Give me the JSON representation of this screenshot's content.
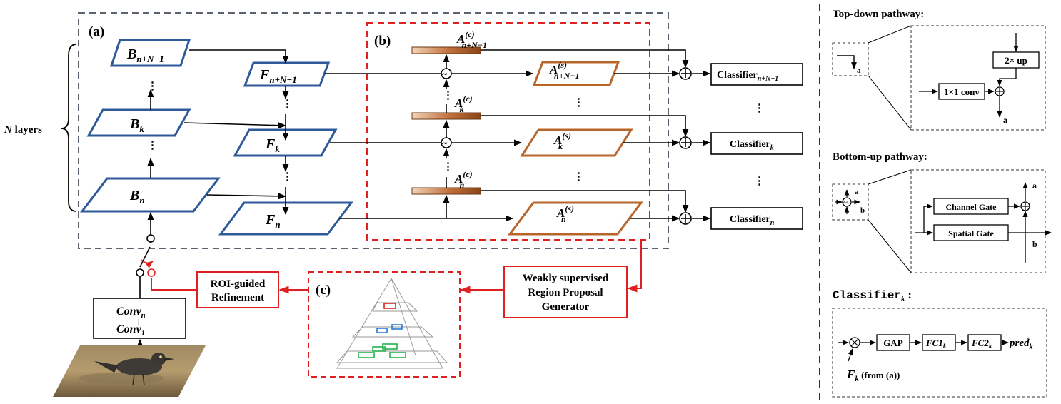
{
  "colors": {
    "backbone_blue": "#2e5a9a",
    "attention_orange": "#b8652a",
    "region_red": "#e02020",
    "panel_gray": "#5a6470",
    "pyramid_green": "#22b04a",
    "pyramid_blue": "#2a7ad8"
  },
  "panels": {
    "a": "(a)",
    "b": "(b)",
    "c": "(c)"
  },
  "n_layers": {
    "italic": "N",
    "text": " layers"
  },
  "backbone": [
    {
      "base": "B",
      "sub": "n+N−1"
    },
    {
      "base": "B",
      "sub": "k"
    },
    {
      "base": "B",
      "sub": "n"
    }
  ],
  "features": [
    {
      "base": "F",
      "sub": "n+N−1"
    },
    {
      "base": "F",
      "sub": "k"
    },
    {
      "base": "F",
      "sub": "n"
    }
  ],
  "channel_attention": [
    {
      "base": "A",
      "sup": "(c)",
      "sub": "n+N−1"
    },
    {
      "base": "A",
      "sup": "(c)",
      "sub": "k"
    },
    {
      "base": "A",
      "sup": "(c)",
      "sub": "n"
    }
  ],
  "spatial_attention": [
    {
      "base": "A",
      "sup": "(s)",
      "sub": "n+N−1"
    },
    {
      "base": "A",
      "sup": "(s)",
      "sub": "k"
    },
    {
      "base": "A",
      "sup": "(s)",
      "sub": "n"
    }
  ],
  "classifiers": [
    {
      "base": "Classifier",
      "sub": "n+N−1"
    },
    {
      "base": "Classifier",
      "sub": "k"
    },
    {
      "base": "Classifier",
      "sub": "n"
    }
  ],
  "dots": "⋮",
  "conv_stack": {
    "top": {
      "base": "Conv",
      "sub": "n"
    },
    "sep": "|",
    "bottom": {
      "base": "Conv",
      "sub": "1"
    }
  },
  "roi_refinement": [
    "ROI-guided",
    "Refinement"
  ],
  "region_proposal": [
    "Weakly supervised",
    "Region Proposal",
    "Generator"
  ],
  "symbols": {
    "add": "+",
    "tilde": "~",
    "times": "×"
  },
  "legend": {
    "top_down": {
      "title": "Top-down pathway:",
      "up": "2× up",
      "conv": "1×1 conv",
      "a": "a"
    },
    "bottom_up": {
      "title": "Bottom-up pathway:",
      "channel_gate": "Channel Gate",
      "spatial_gate": "Spatial Gate",
      "a": "a",
      "b": "b"
    },
    "classifier": {
      "title_base": "Classifier",
      "title_sub": "k",
      "title_colon": " :",
      "gap": "GAP",
      "fc1": {
        "base": "FC1",
        "sub": "k"
      },
      "fc2": {
        "base": "FC2",
        "sub": "k"
      },
      "pred": {
        "base": "pred",
        "sub": "k"
      },
      "input": {
        "base": "F",
        "sub": "k",
        "suffix": " (from (a))"
      }
    }
  }
}
